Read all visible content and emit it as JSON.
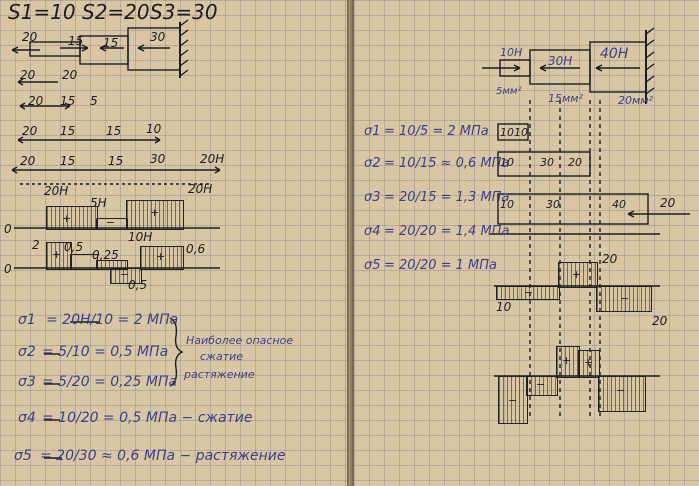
{
  "left_page": {
    "areas": {
      "s1": "S1=10",
      "s2": "S2=20",
      "s3": "S3=30"
    },
    "bar_labels": {
      "left_force": "20",
      "seg1": "15",
      "seg2": "15",
      "seg3": "30"
    },
    "fbd": {
      "row1_a": "20",
      "row1_b": "20",
      "row2_a": "20",
      "row2_b": "15",
      "row2_c": "5",
      "row3_a": "20",
      "row3_b": "15",
      "row3_c": "15",
      "row3_d": "10",
      "row4_a": "20",
      "row4_b": "15",
      "row4_c": "15",
      "row4_d": "30",
      "row4_e": "20Н",
      "row5_a": "20Н",
      "row5_b": "20Н"
    },
    "epure_n": {
      "top": "5Н",
      "right": "10Н",
      "zero": "0",
      "plus1": "+",
      "plus2": "+",
      "minus": "−"
    },
    "epure_sigma": {
      "zero": "0",
      "v1": "2",
      "v2": "0,5",
      "v3": "0,25",
      "v4": "0,6",
      "v5": "0,5",
      "plus1": "+",
      "plus2": "+",
      "minus": "−"
    },
    "formulas": [
      {
        "lhs": "σ1",
        "rhs": "= 20Н/10 = 2 МПа"
      },
      {
        "lhs": "σ2",
        "rhs": "= 5/10 = 0,5 МПа"
      },
      {
        "lhs": "σ3",
        "rhs": "= 5/20 = 0,25 МПа"
      },
      {
        "lhs": "σ4",
        "rhs": "= 10/20 = 0,5 МПа − сжатие"
      },
      {
        "lhs": "σ5",
        "rhs": "= 20/30 ≈ 0,6 МПа − растяжение"
      }
    ],
    "note": {
      "line1": "Наиболее опасное",
      "line2": "сжатие",
      "line3": "растяжение"
    }
  },
  "right_page": {
    "bar": {
      "f1": "10Н",
      "f2": "30Н",
      "f3": "40Н",
      "a1": "5мм²",
      "a2": "15мм²",
      "a3": "20мм²"
    },
    "formulas": [
      {
        "lhs": "σ1",
        "rhs": "= 10/5 = 2 МПа"
      },
      {
        "lhs": "σ2",
        "rhs": "= 10/15 ≈ 0,6 МПа"
      },
      {
        "lhs": "σ3",
        "rhs": "= 20/15 = 1,3 МПа"
      },
      {
        "lhs": "σ4",
        "rhs": "= 20/20 = 1,4 МПа"
      },
      {
        "lhs": "σ5",
        "rhs": "= 20/20 = 1 МПа"
      }
    ],
    "fbd": {
      "r1_a": "10",
      "r1_b": "10",
      "r2_a": "10",
      "r2_b": "30",
      "r2_c": "20",
      "r3_a": "10",
      "r3_b": "30",
      "r3_c": "40",
      "r3_d": "20"
    },
    "epure": {
      "top": "20",
      "left": "10",
      "right": "20",
      "plus": "+",
      "minus1": "−",
      "minus2": "−"
    },
    "epure2": {
      "plus1": "+",
      "plus2": "+",
      "minus1": "−",
      "minus2": "−",
      "minus3": "−"
    }
  }
}
